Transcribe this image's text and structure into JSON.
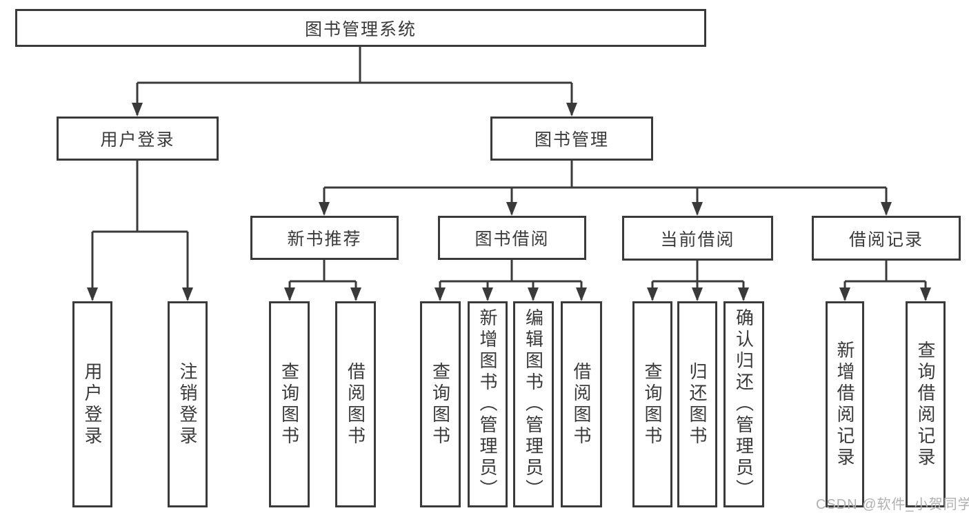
{
  "palette": {
    "line": "#3a3a3a",
    "box_border": "#3a3a3a",
    "text": "#3a3a3a",
    "watermark": "#b0b0b0",
    "background": "#ffffff"
  },
  "tree": {
    "root": {
      "label": "图书管理系统",
      "children": [
        {
          "label": "用户登录",
          "children": [
            {
              "label": "用户登录"
            },
            {
              "label": "注销登录"
            }
          ]
        },
        {
          "label": "图书管理",
          "children": [
            {
              "label": "新书推荐",
              "children": [
                {
                  "label": "查询图书"
                },
                {
                  "label": "借阅图书"
                }
              ]
            },
            {
              "label": "图书借阅",
              "children": [
                {
                  "label": "查询图书"
                },
                {
                  "label": "新增图书（管理员）"
                },
                {
                  "label": "编辑图书（管理员）"
                },
                {
                  "label": "借阅图书"
                }
              ]
            },
            {
              "label": "当前借阅",
              "children": [
                {
                  "label": "查询图书"
                },
                {
                  "label": "归还图书"
                },
                {
                  "label": "确认归还（管理员）"
                }
              ]
            },
            {
              "label": "借阅记录",
              "children": [
                {
                  "label": "新增借阅记录"
                },
                {
                  "label": "查询借阅记录"
                }
              ]
            }
          ]
        }
      ]
    }
  },
  "watermark": {
    "text": "CSDN @软件_小贺同学"
  }
}
